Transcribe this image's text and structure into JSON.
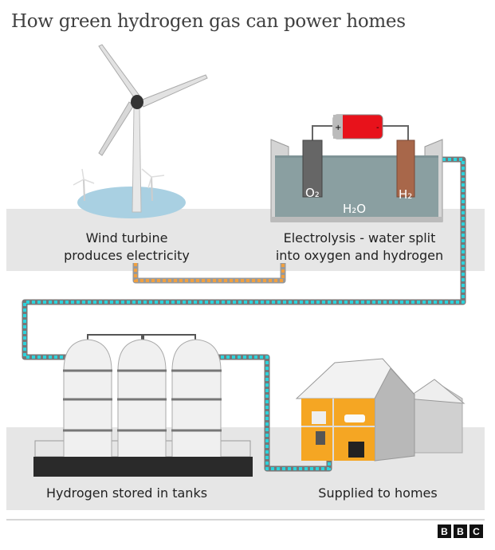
{
  "title": "How green hydrogen gas can power homes",
  "steps": [
    {
      "line1": "Wind turbine",
      "line2": "produces electricity"
    },
    {
      "line1": "Electrolysis - water split",
      "line2": "into oxygen and hydrogen"
    },
    {
      "line1": "Hydrogen stored in tanks"
    },
    {
      "line1": "Supplied to homes"
    }
  ],
  "electrolysis": {
    "anode": "O₂",
    "cathode": "H₂",
    "water": "H₂O",
    "plus": "+",
    "minus": "-"
  },
  "colors": {
    "electricity": "#f0a040",
    "hydrogen": "#2cd3dc",
    "battery": "#e8121b",
    "band": "#e6e6e6"
  },
  "logo": [
    "B",
    "B",
    "C"
  ]
}
